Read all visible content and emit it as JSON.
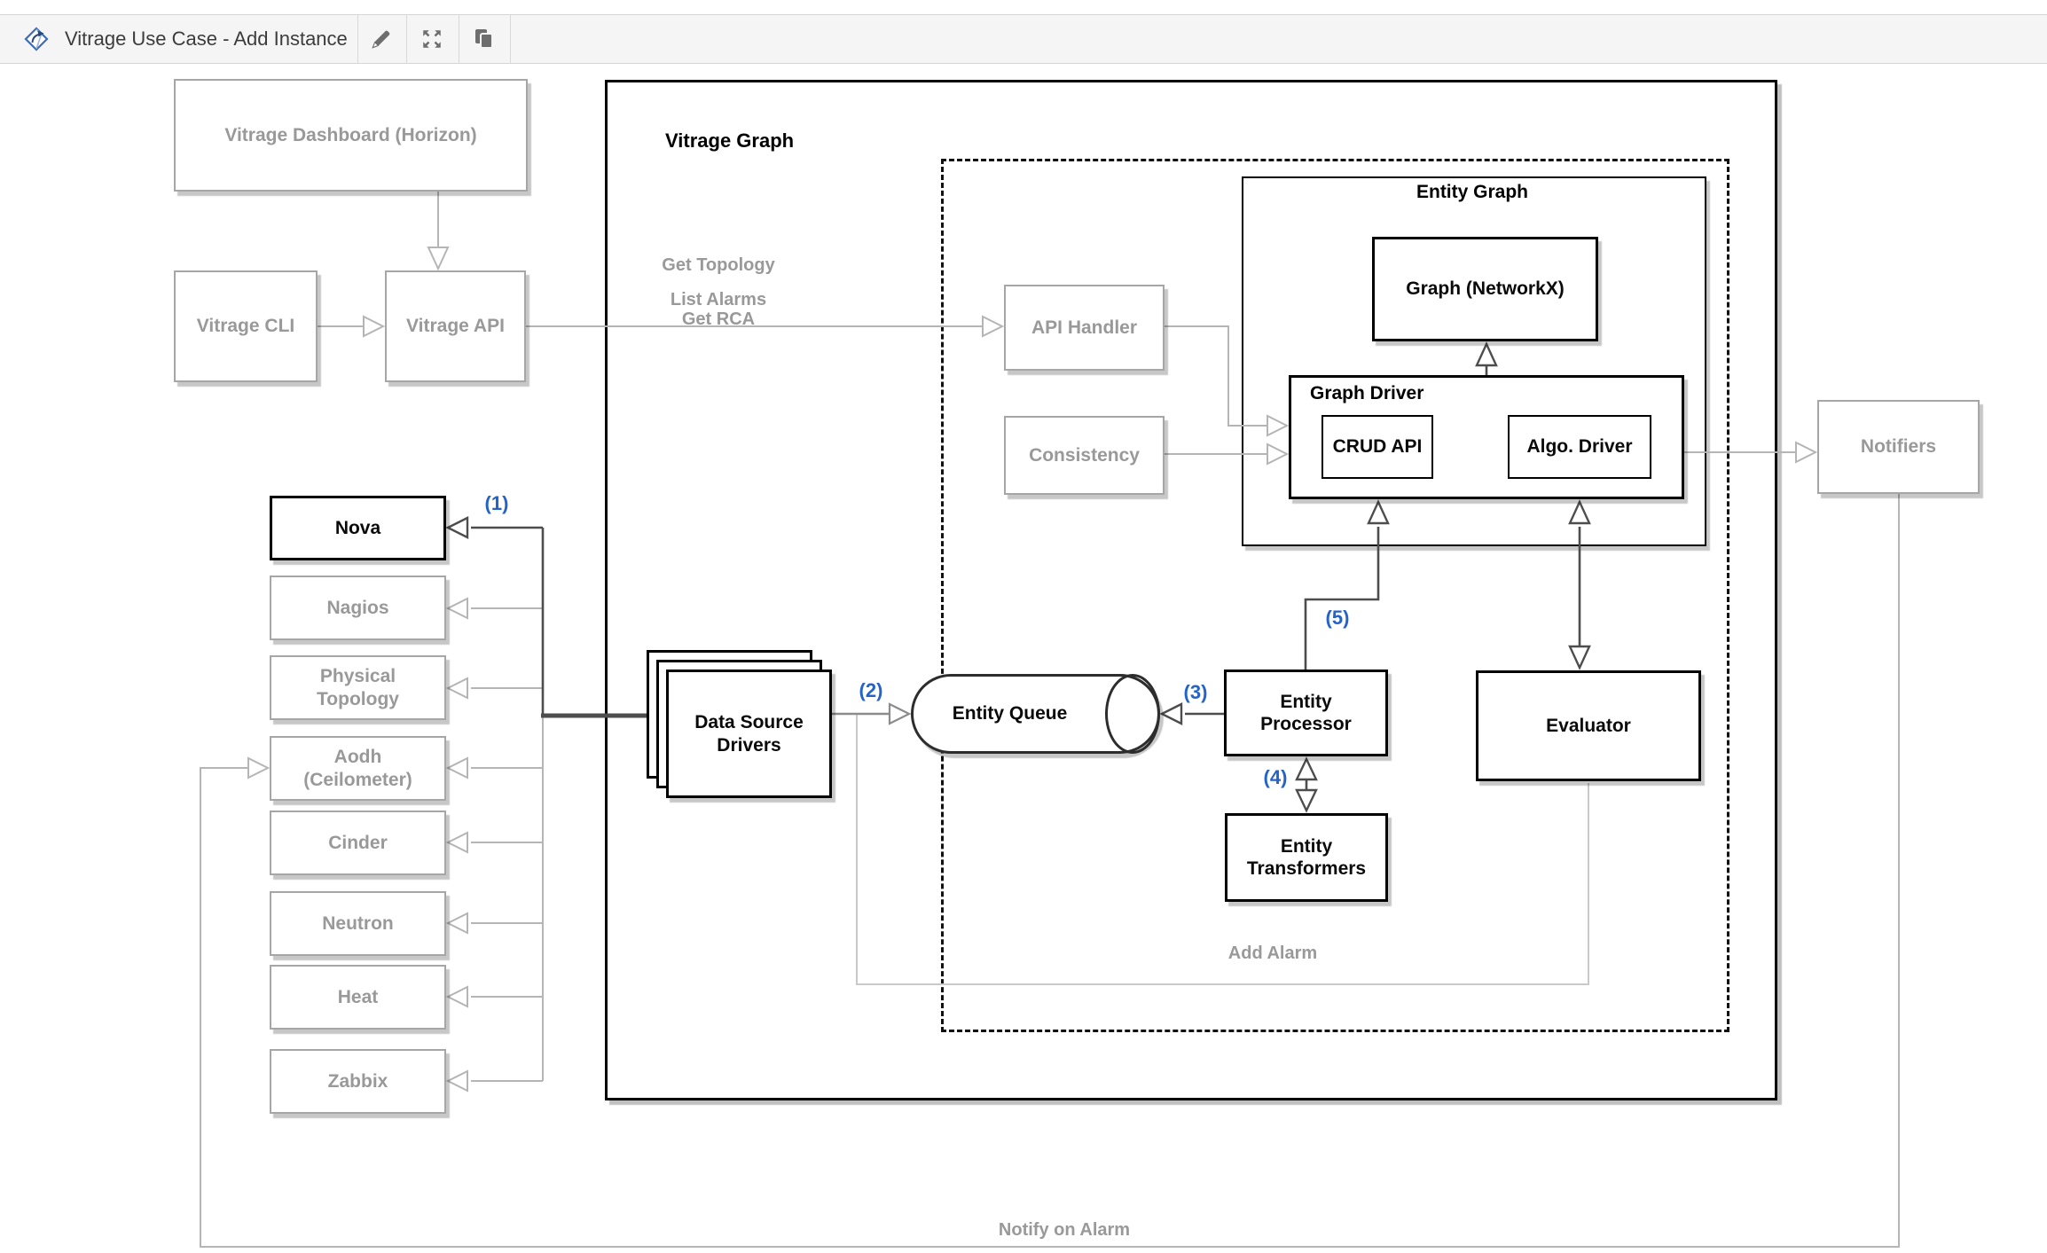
{
  "toolbar": {
    "title": "Vitrage Use Case - Add Instance",
    "logo": "diamond-logo-icon",
    "buttons": [
      {
        "name": "edit",
        "icon": "pencil-icon"
      },
      {
        "name": "fullscreen",
        "icon": "expand-icon"
      },
      {
        "name": "copy",
        "icon": "copy-icon"
      }
    ]
  },
  "containers": {
    "vitrage_graph": "Vitrage Graph",
    "entity_graph": "Entity Graph",
    "graph_driver": "Graph Driver"
  },
  "nodes": {
    "vitrage_dashboard": {
      "label": "Vitrage Dashboard (Horizon)"
    },
    "vitrage_cli": {
      "label": "Vitrage CLI"
    },
    "vitrage_api": {
      "label": "Vitrage API"
    },
    "api_handler": {
      "label": "API Handler"
    },
    "consistency": {
      "label": "Consistency"
    },
    "notifiers": {
      "label": "Notifiers"
    },
    "graph_networkx": {
      "label": "Graph (NetworkX)"
    },
    "crud_api": {
      "label": "CRUD API"
    },
    "algo_driver": {
      "label": "Algo. Driver"
    },
    "data_source_drivers": {
      "label": "Data Source Drivers"
    },
    "entity_queue": {
      "label": "Entity Queue"
    },
    "entity_processor": {
      "label": "Entity Processor"
    },
    "entity_transformers": {
      "label": "Entity Transformers"
    },
    "evaluator": {
      "label": "Evaluator"
    }
  },
  "sources": {
    "items": [
      {
        "label": "Nova",
        "active": true
      },
      {
        "label": "Nagios",
        "active": false
      },
      {
        "label": "Physical Topology",
        "active": false
      },
      {
        "label": "Aodh (Ceilometer)",
        "active": false
      },
      {
        "label": "Cinder",
        "active": false
      },
      {
        "label": "Neutron",
        "active": false
      },
      {
        "label": "Heat",
        "active": false
      },
      {
        "label": "Zabbix",
        "active": false
      }
    ]
  },
  "flow_labels": {
    "get_topology": "Get Topology",
    "list_alarms": "List Alarms",
    "get_rca": "Get RCA",
    "add_alarm": "Add Alarm",
    "notify_on_alarm": "Notify on Alarm"
  },
  "steps": [
    {
      "label": "(1)"
    },
    {
      "label": "(2)"
    },
    {
      "label": "(3)"
    },
    {
      "label": "(4)"
    },
    {
      "label": "(5)"
    }
  ],
  "colors": {
    "accent_blue": "#2563c9",
    "gray_text": "#999999",
    "gray_border": "#a6a6a6",
    "dark_line": "#4d4d4d",
    "light_line": "#b5b5b5",
    "mid_line": "#8c8c8c",
    "faint_line": "#c9c9c9",
    "toolbar_bg": "#f5f5f5",
    "icon_gray": "#6e6e6e"
  }
}
